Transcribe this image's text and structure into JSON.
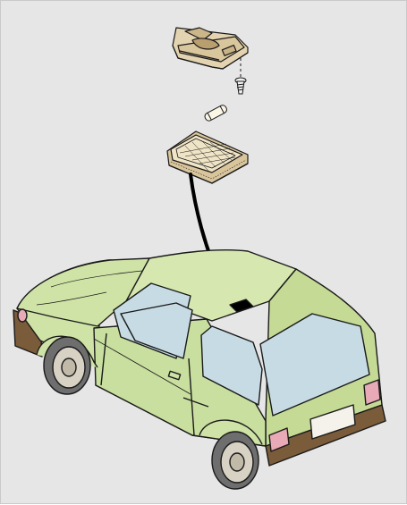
{
  "figure": {
    "background": "#e6e6e6",
    "colors": {
      "body": "#cfe3a6",
      "body_dark": "#b7cf86",
      "glass": "#c7dbe4",
      "bumper": "#7a5b3a",
      "tire": "#6e6e6e",
      "wheel": "#d8d2c4",
      "taillight": "#e7aab6",
      "lamp_housing": "#e3d3b0",
      "lamp_mount": "#000000",
      "outline": "#1a1a1a"
    },
    "parts": [
      {
        "name": "dome-lamp-base",
        "icon": "lamp-base-icon"
      },
      {
        "name": "mounting-screw",
        "icon": "screw-icon"
      },
      {
        "name": "festoon-bulb",
        "icon": "bulb-icon"
      },
      {
        "name": "lamp-lens-cover",
        "icon": "lens-cover-icon"
      },
      {
        "name": "hatchback-car",
        "icon": "car-icon"
      }
    ]
  }
}
